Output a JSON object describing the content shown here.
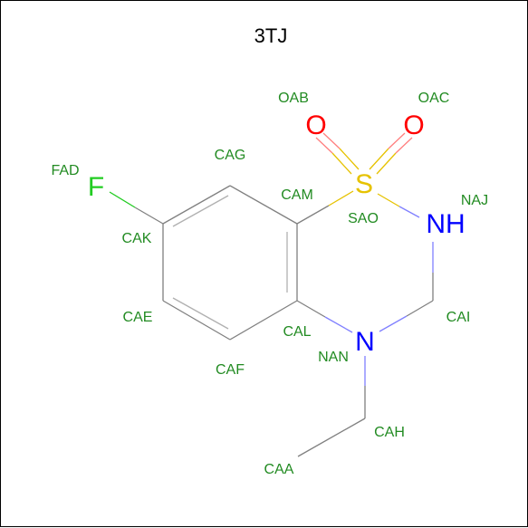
{
  "title": "3TJ",
  "colors": {
    "carbon_bond": "#808080",
    "label": "#228b22",
    "oxygen": "#ff0000",
    "sulfur": "#e6c200",
    "nitrogen": "#0000ff",
    "fluorine": "#22cc22",
    "title": "#000000"
  },
  "elements": {
    "F": "F",
    "S": "S",
    "O1": "O",
    "O2": "O",
    "NH": "NH",
    "N": "N"
  },
  "atom_labels": {
    "FAD": "FAD",
    "CAG": "CAG",
    "OAB": "OAB",
    "OAC": "OAC",
    "CAM": "CAM",
    "SAO": "SAO",
    "NAJ": "NAJ",
    "CAK": "CAK",
    "CAE": "CAE",
    "CAL": "CAL",
    "CAI": "CAI",
    "NAN": "NAN",
    "CAF": "CAF",
    "CAH": "CAH",
    "CAA": "CAA"
  }
}
